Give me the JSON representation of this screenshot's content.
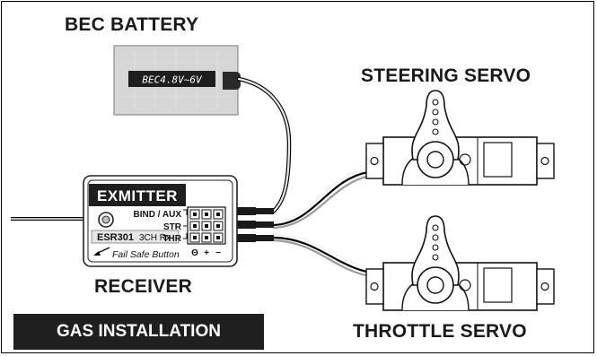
{
  "labels": {
    "bec_battery": "BEC BATTERY",
    "steering_servo": "STEERING SERVO",
    "receiver": "RECEIVER",
    "throttle_servo": "THROTTLE SERVO",
    "footer": "GAS INSTALLATION"
  },
  "battery": {
    "voltage_label": "BEC4.8V~6V"
  },
  "receiver": {
    "brand": "EXMITTER",
    "model": "ESR301",
    "model_suffix": "3CH Rx",
    "fail_safe": "Fail Safe Button",
    "channels": [
      "BIND / AUX",
      "STR",
      "THR"
    ],
    "polarity": [
      "Θ",
      "+",
      "−"
    ]
  },
  "colors": {
    "footer_bg": "#1f1f1f",
    "battery_fill": "#d6d6d6",
    "receiver_label_bg": "#1e1e1e",
    "connector": "#1a1a1a"
  }
}
